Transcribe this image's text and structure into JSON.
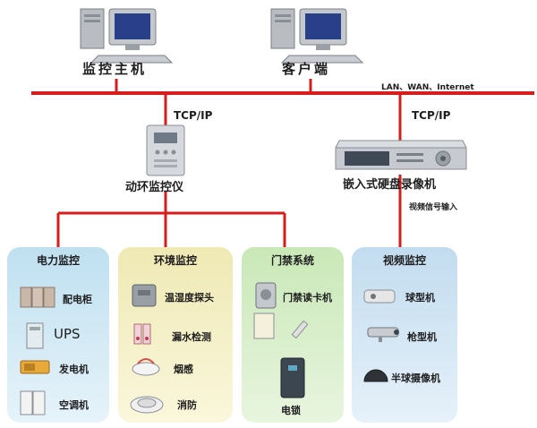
{
  "top": {
    "monitor_host": "监控主机",
    "client": "客户端",
    "network": "LAN、WAN、Internet",
    "tcpip_left": "TCP/IP",
    "tcpip_right": "TCP/IP"
  },
  "middle": {
    "controller": "动环监控仪",
    "dvr": "嵌入式硬盘录像机",
    "video_input": "视频信号输入"
  },
  "panels": {
    "power": {
      "title": "电力监控",
      "items": [
        "配电柜",
        "UPS",
        "发电机",
        "空调机"
      ]
    },
    "environment": {
      "title": "环境监控",
      "items": [
        "温湿度探头",
        "漏水检测",
        "烟感",
        "消防"
      ]
    },
    "access": {
      "title": "门禁系统",
      "items": [
        "门禁读卡机",
        "电锁"
      ]
    },
    "video": {
      "title": "视频监控",
      "items": [
        "球型机",
        "枪型机",
        "半球摄像机"
      ]
    }
  },
  "colors": {
    "line": "#d81c1c",
    "panel_power": "#cfe8f4",
    "panel_env": "#f4f0c4",
    "panel_access": "#d8efc9",
    "panel_video": "#cfe3f3"
  }
}
